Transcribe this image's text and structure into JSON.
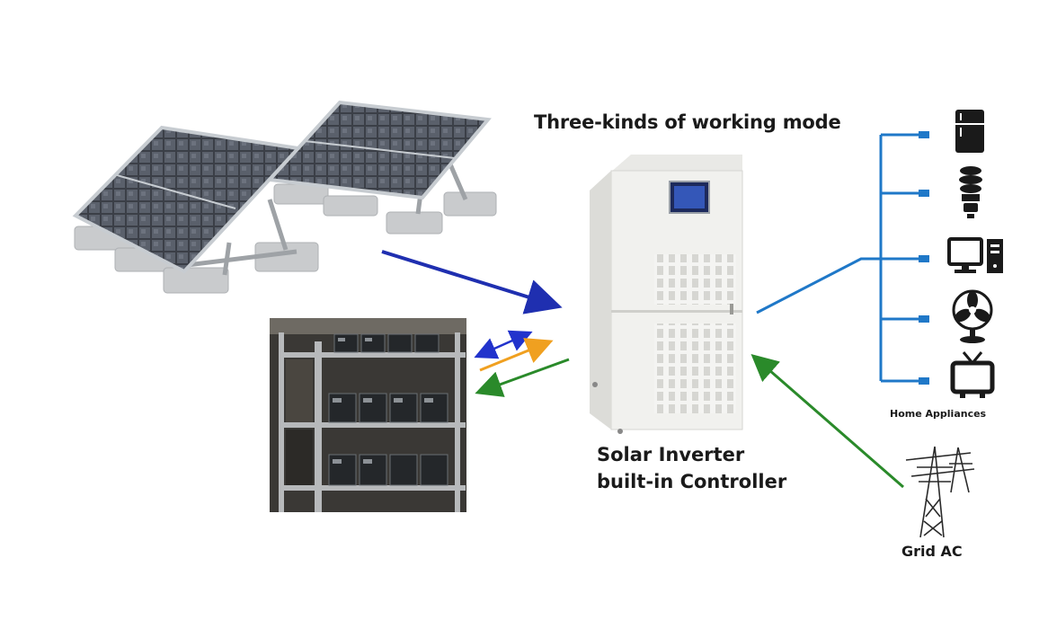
{
  "title": "Three-kinds of working mode",
  "inverter": {
    "line1": "Solar Inverter",
    "line2": "built-in Controller"
  },
  "appliances": {
    "label": "Home Appliances",
    "items": [
      "refrigerator-icon",
      "light-bulb-icon",
      "computer-icon",
      "fan-icon",
      "tv-icon"
    ]
  },
  "grid": {
    "label": "Grid AC",
    "icon": "power-tower-icon"
  },
  "colors": {
    "solar_to_inverter": "#1f2fb0",
    "battery_two_way": "#2233cc",
    "battery_charge": "#f0a020",
    "battery_discharge": "#2a8a2a",
    "grid_to_inverter": "#2a8a2a",
    "load_wiring": "#1f78c8"
  }
}
